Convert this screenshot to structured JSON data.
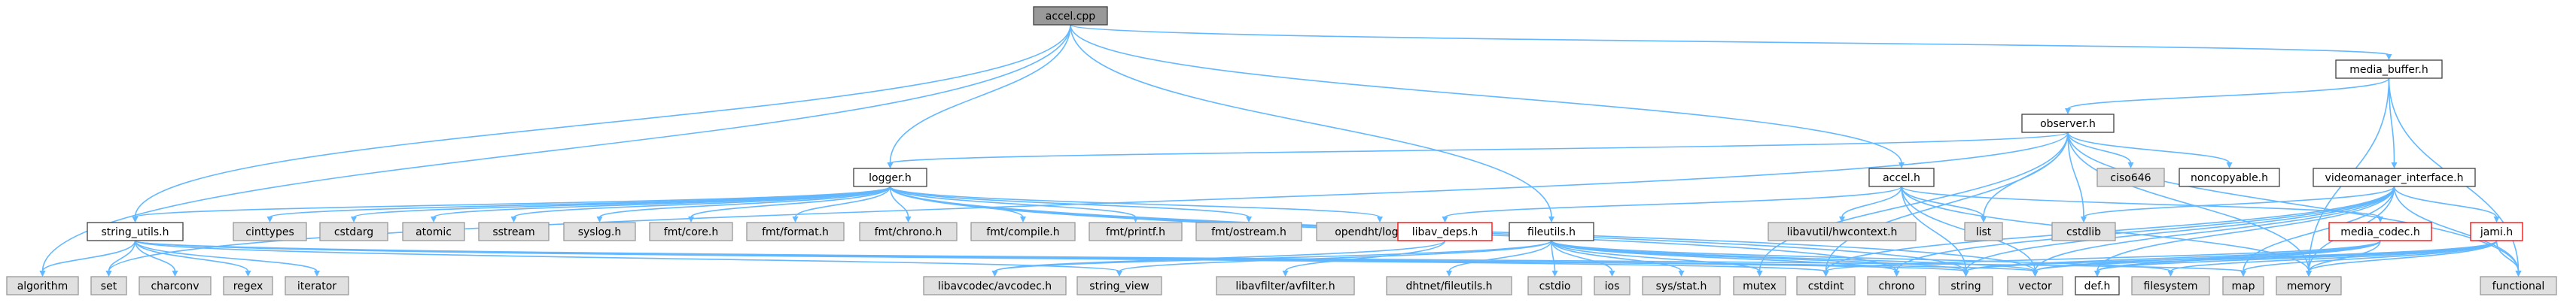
{
  "colors": {
    "edge": "#63b8ff",
    "normal_fill": "#ffffff",
    "normal_stroke": "#404040",
    "external_fill": "#e0e0e0",
    "external_stroke": "#999999",
    "root_fill": "#999999",
    "highlight_stroke": "#ff0000"
  },
  "nodes": [
    {
      "id": "accel_cpp",
      "label": "accel.cpp",
      "kind": "root"
    },
    {
      "id": "media_buffer_h",
      "label": "media_buffer.h",
      "kind": "normal"
    },
    {
      "id": "observer_h",
      "label": "observer.h",
      "kind": "normal"
    },
    {
      "id": "logger_h",
      "label": "logger.h",
      "kind": "normal"
    },
    {
      "id": "accel_h",
      "label": "accel.h",
      "kind": "normal"
    },
    {
      "id": "ciso646",
      "label": "ciso646",
      "kind": "external"
    },
    {
      "id": "noncopyable_h",
      "label": "noncopyable.h",
      "kind": "normal"
    },
    {
      "id": "videomanager_interface_h",
      "label": "videomanager_interface.h",
      "kind": "normal"
    },
    {
      "id": "string_utils_h",
      "label": "string_utils.h",
      "kind": "normal"
    },
    {
      "id": "cinttypes",
      "label": "cinttypes",
      "kind": "external"
    },
    {
      "id": "cstdarg",
      "label": "cstdarg",
      "kind": "external"
    },
    {
      "id": "atomic",
      "label": "atomic",
      "kind": "external"
    },
    {
      "id": "sstream",
      "label": "sstream",
      "kind": "external"
    },
    {
      "id": "syslog_h",
      "label": "syslog.h",
      "kind": "external"
    },
    {
      "id": "fmt_core_h",
      "label": "fmt/core.h",
      "kind": "external"
    },
    {
      "id": "fmt_format_h",
      "label": "fmt/format.h",
      "kind": "external"
    },
    {
      "id": "fmt_chrono_h",
      "label": "fmt/chrono.h",
      "kind": "external"
    },
    {
      "id": "fmt_compile_h",
      "label": "fmt/compile.h",
      "kind": "external"
    },
    {
      "id": "fmt_printf_h",
      "label": "fmt/printf.h",
      "kind": "external"
    },
    {
      "id": "fmt_ostream_h",
      "label": "fmt/ostream.h",
      "kind": "external"
    },
    {
      "id": "opendht_logger_h",
      "label": "opendht/logger.h",
      "kind": "external"
    },
    {
      "id": "libav_deps_h",
      "label": "libav_deps.h",
      "kind": "highlight"
    },
    {
      "id": "fileutils_h",
      "label": "fileutils.h",
      "kind": "normal"
    },
    {
      "id": "libavutil_hwcontext_h",
      "label": "libavutil/hwcontext.h",
      "kind": "external"
    },
    {
      "id": "list",
      "label": "list",
      "kind": "external"
    },
    {
      "id": "cstdlib",
      "label": "cstdlib",
      "kind": "external"
    },
    {
      "id": "media_codec_h",
      "label": "media_codec.h",
      "kind": "highlight"
    },
    {
      "id": "jami_h",
      "label": "jami.h",
      "kind": "highlight"
    },
    {
      "id": "algorithm",
      "label": "algorithm",
      "kind": "external"
    },
    {
      "id": "set",
      "label": "set",
      "kind": "external"
    },
    {
      "id": "charconv",
      "label": "charconv",
      "kind": "external"
    },
    {
      "id": "regex",
      "label": "regex",
      "kind": "external"
    },
    {
      "id": "iterator",
      "label": "iterator",
      "kind": "external"
    },
    {
      "id": "libavcodec_avcodec_h",
      "label": "libavcodec/avcodec.h",
      "kind": "external"
    },
    {
      "id": "string_view",
      "label": "string_view",
      "kind": "external"
    },
    {
      "id": "libavfilter_avfilter_h",
      "label": "libavfilter/avfilter.h",
      "kind": "external"
    },
    {
      "id": "dhtnet_fileutils_h",
      "label": "dhtnet/fileutils.h",
      "kind": "external"
    },
    {
      "id": "cstdio",
      "label": "cstdio",
      "kind": "external"
    },
    {
      "id": "ios",
      "label": "ios",
      "kind": "external"
    },
    {
      "id": "sys_stat_h",
      "label": "sys/stat.h",
      "kind": "external"
    },
    {
      "id": "mutex",
      "label": "mutex",
      "kind": "external"
    },
    {
      "id": "cstdint",
      "label": "cstdint",
      "kind": "external"
    },
    {
      "id": "chrono",
      "label": "chrono",
      "kind": "external"
    },
    {
      "id": "string",
      "label": "string",
      "kind": "external"
    },
    {
      "id": "vector",
      "label": "vector",
      "kind": "external"
    },
    {
      "id": "def_h",
      "label": "def.h",
      "kind": "normal"
    },
    {
      "id": "filesystem",
      "label": "filesystem",
      "kind": "external"
    },
    {
      "id": "map",
      "label": "map",
      "kind": "external"
    },
    {
      "id": "memory",
      "label": "memory",
      "kind": "external"
    },
    {
      "id": "functional",
      "label": "functional",
      "kind": "external"
    }
  ],
  "edges": [
    [
      "accel_cpp",
      "media_buffer_h"
    ],
    [
      "accel_cpp",
      "logger_h"
    ],
    [
      "accel_cpp",
      "accel_h"
    ],
    [
      "accel_cpp",
      "string_utils_h"
    ],
    [
      "accel_cpp",
      "fileutils_h"
    ],
    [
      "accel_cpp",
      "algorithm"
    ],
    [
      "media_buffer_h",
      "observer_h"
    ],
    [
      "media_buffer_h",
      "videomanager_interface_h"
    ],
    [
      "media_buffer_h",
      "memory"
    ],
    [
      "media_buffer_h",
      "functional"
    ],
    [
      "observer_h",
      "logger_h"
    ],
    [
      "observer_h",
      "ciso646"
    ],
    [
      "observer_h",
      "noncopyable_h"
    ],
    [
      "observer_h",
      "memory"
    ],
    [
      "observer_h",
      "set"
    ],
    [
      "observer_h",
      "list"
    ],
    [
      "observer_h",
      "mutex"
    ],
    [
      "observer_h",
      "functional"
    ],
    [
      "observer_h",
      "cstdlib"
    ],
    [
      "observer_h",
      "cstdint"
    ],
    [
      "logger_h",
      "cinttypes"
    ],
    [
      "logger_h",
      "cstdarg"
    ],
    [
      "logger_h",
      "atomic"
    ],
    [
      "logger_h",
      "sstream"
    ],
    [
      "logger_h",
      "syslog_h"
    ],
    [
      "logger_h",
      "fmt_core_h"
    ],
    [
      "logger_h",
      "fmt_format_h"
    ],
    [
      "logger_h",
      "fmt_chrono_h"
    ],
    [
      "logger_h",
      "fmt_compile_h"
    ],
    [
      "logger_h",
      "fmt_printf_h"
    ],
    [
      "logger_h",
      "fmt_ostream_h"
    ],
    [
      "logger_h",
      "opendht_logger_h"
    ],
    [
      "logger_h",
      "string_utils_h"
    ],
    [
      "logger_h",
      "chrono"
    ],
    [
      "logger_h",
      "string"
    ],
    [
      "logger_h",
      "vector"
    ],
    [
      "accel_h",
      "libav_deps_h"
    ],
    [
      "accel_h",
      "libavutil_hwcontext_h"
    ],
    [
      "accel_h",
      "list"
    ],
    [
      "accel_h",
      "media_codec_h"
    ],
    [
      "accel_h",
      "string"
    ],
    [
      "accel_h",
      "memory"
    ],
    [
      "accel_h",
      "vector"
    ],
    [
      "videomanager_interface_h",
      "jami_h"
    ],
    [
      "videomanager_interface_h",
      "def_h"
    ],
    [
      "videomanager_interface_h",
      "vector"
    ],
    [
      "videomanager_interface_h",
      "map"
    ],
    [
      "videomanager_interface_h",
      "memory"
    ],
    [
      "videomanager_interface_h",
      "functional"
    ],
    [
      "videomanager_interface_h",
      "string"
    ],
    [
      "videomanager_interface_h",
      "chrono"
    ],
    [
      "videomanager_interface_h",
      "cstdlib"
    ],
    [
      "videomanager_interface_h",
      "cstdint"
    ],
    [
      "string_utils_h",
      "algorithm"
    ],
    [
      "string_utils_h",
      "set"
    ],
    [
      "string_utils_h",
      "charconv"
    ],
    [
      "string_utils_h",
      "regex"
    ],
    [
      "string_utils_h",
      "iterator"
    ],
    [
      "string_utils_h",
      "string_view"
    ],
    [
      "string_utils_h",
      "string"
    ],
    [
      "string_utils_h",
      "vector"
    ],
    [
      "string_utils_h",
      "cstdint"
    ],
    [
      "string_utils_h",
      "map"
    ],
    [
      "libav_deps_h",
      "libavcodec_avcodec_h"
    ],
    [
      "libav_deps_h",
      "libavfilter_avfilter_h"
    ],
    [
      "fileutils_h",
      "dhtnet_fileutils_h"
    ],
    [
      "fileutils_h",
      "cstdio"
    ],
    [
      "fileutils_h",
      "ios"
    ],
    [
      "fileutils_h",
      "sys_stat_h"
    ],
    [
      "fileutils_h",
      "mutex"
    ],
    [
      "fileutils_h",
      "string"
    ],
    [
      "fileutils_h",
      "vector"
    ],
    [
      "fileutils_h",
      "chrono"
    ],
    [
      "fileutils_h",
      "filesystem"
    ],
    [
      "fileutils_h",
      "string_view"
    ],
    [
      "fileutils_h",
      "libavcodec_avcodec_h"
    ],
    [
      "media_codec_h",
      "cstdint"
    ],
    [
      "media_codec_h",
      "string"
    ],
    [
      "media_codec_h",
      "vector"
    ],
    [
      "media_codec_h",
      "def_h"
    ],
    [
      "media_codec_h",
      "memory"
    ],
    [
      "jami_h",
      "def_h"
    ],
    [
      "jami_h",
      "string"
    ],
    [
      "jami_h",
      "vector"
    ],
    [
      "jami_h",
      "map"
    ],
    [
      "jami_h",
      "memory"
    ],
    [
      "jami_h",
      "filesystem"
    ],
    [
      "jami_h",
      "functional"
    ]
  ]
}
